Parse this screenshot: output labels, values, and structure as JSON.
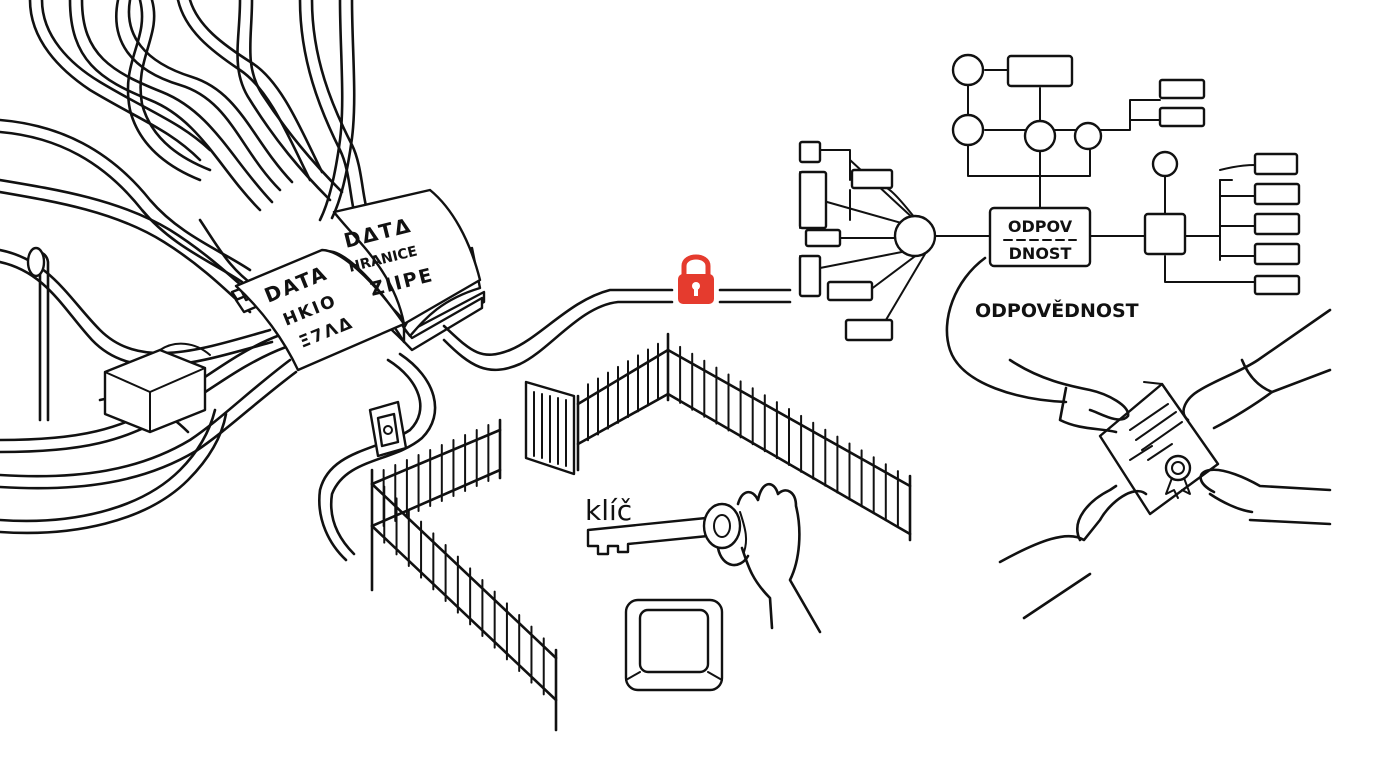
{
  "book": {
    "left_page": [
      "DATA",
      "HKIO",
      "Ξ7ΛΔ"
    ],
    "right_page": [
      "DΔTΔ",
      "HRANICE",
      "ZIIPE"
    ]
  },
  "key_label": "klíč",
  "node_box": [
    "ODPOV",
    "DNOST"
  ],
  "responsibility_label": "ODPOVĚDNOST",
  "colors": {
    "ink": "#111111",
    "lock": "#e53b2e",
    "paper": "#ffffff"
  }
}
